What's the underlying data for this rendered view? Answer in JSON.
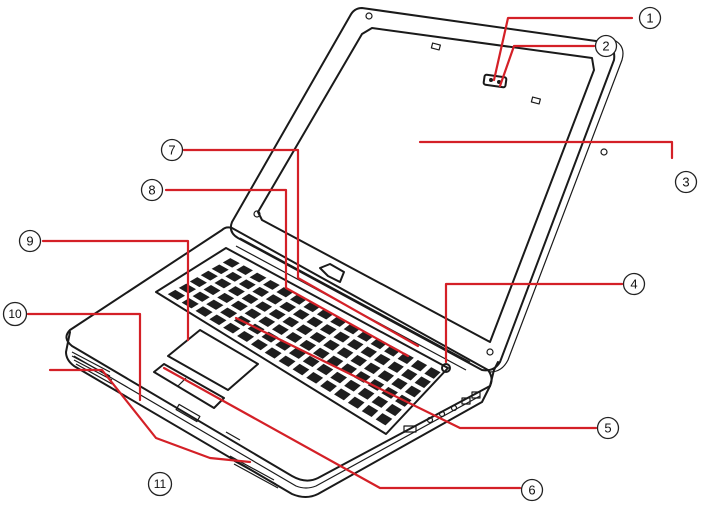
{
  "callouts": [
    {
      "id": "1",
      "label": "1"
    },
    {
      "id": "2",
      "label": "2"
    },
    {
      "id": "3",
      "label": "3"
    },
    {
      "id": "4",
      "label": "4"
    },
    {
      "id": "5",
      "label": "5"
    },
    {
      "id": "6",
      "label": "6"
    },
    {
      "id": "7",
      "label": "7"
    },
    {
      "id": "8",
      "label": "8"
    },
    {
      "id": "9",
      "label": "9"
    },
    {
      "id": "10",
      "label": "10"
    },
    {
      "id": "11",
      "label": "11"
    }
  ],
  "colors": {
    "leader": "#d42027",
    "outline": "#1a1a1a",
    "key": "#1e1e1e"
  }
}
